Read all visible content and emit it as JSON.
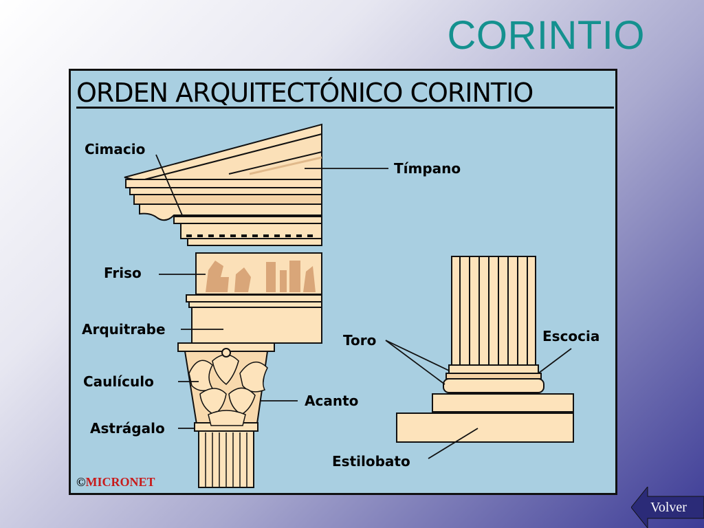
{
  "slide": {
    "title": "CORINTIO"
  },
  "diagram": {
    "heading": "ORDEN ARQUITECTÓNICO CORINTIO",
    "labels": {
      "cimacio": "Cimacio",
      "timpano": "Tímpano",
      "friso": "Friso",
      "arquitrabe": "Arquitrabe",
      "caulicolo": "Caulículo",
      "acanto": "Acanto",
      "astragalo": "Astrágalo",
      "toro": "Toro",
      "escocia": "Escocia",
      "estilobato": "Estilobato"
    },
    "copyright_symbol": "©",
    "copyright_brand": "MICRONET"
  },
  "nav": {
    "back_label": "Volver"
  },
  "colors": {
    "title": "#14918f",
    "panel_bg": "#a9cfe1",
    "stone": "#fde3bb",
    "stone_shadow": "#e0b98b",
    "ink": "#111111",
    "brand": "#c81a1a"
  }
}
